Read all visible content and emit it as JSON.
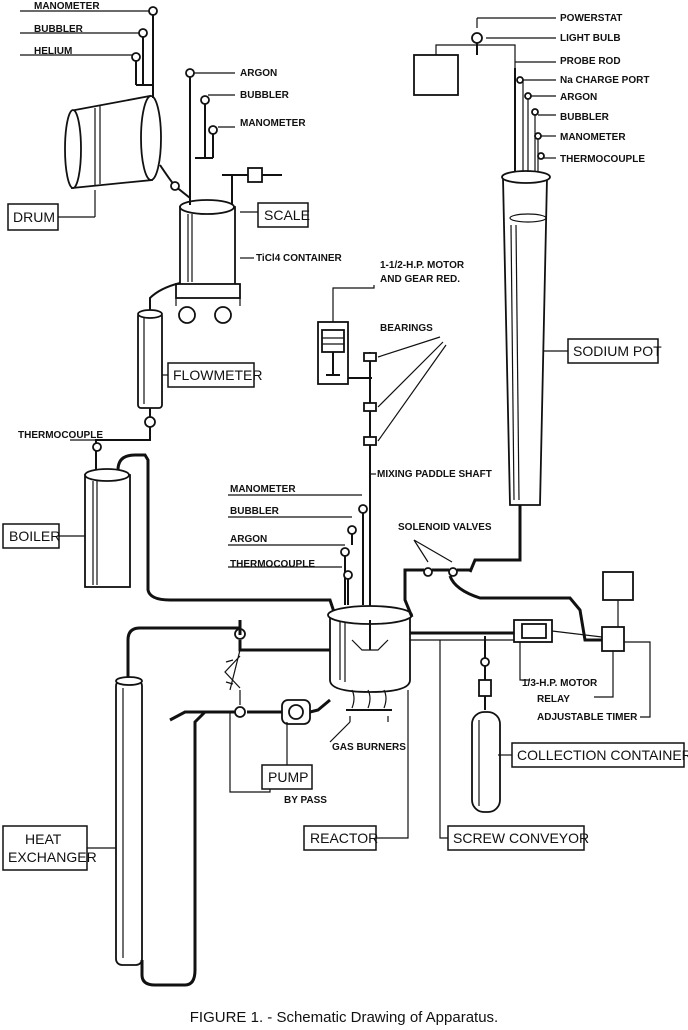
{
  "caption": "FIGURE 1. - Schematic Drawing of Apparatus.",
  "labels": {
    "drum_manometer": "MANOMETER",
    "drum_bubbler": "BUBBLER",
    "drum_helium": "HELIUM",
    "ticl_argon": "ARGON",
    "ticl_bubbler": "BUBBLER",
    "ticl_manometer": "MANOMETER",
    "ticl_container": "TiCl4 CONTAINER",
    "thermocouple_boiler": "THERMOCOUPLE",
    "motor_line1": "1-1/2-H.P. MOTOR",
    "motor_line2": "AND GEAR RED.",
    "bearings": "BEARINGS",
    "mixing_shaft": "MIXING PADDLE SHAFT",
    "reactor_manometer": "MANOMETER",
    "reactor_bubbler": "BUBBLER",
    "reactor_argon": "ARGON",
    "reactor_thermocouple": "THERMOCOUPLE",
    "solenoid_valves": "SOLENOID VALVES",
    "powerstat": "POWERSTAT",
    "light_bulb": "LIGHT BULB",
    "probe_rod": "PROBE ROD",
    "na_charge_port": "Na CHARGE PORT",
    "pot_argon": "ARGON",
    "pot_bubbler": "BUBBLER",
    "pot_manometer": "MANOMETER",
    "pot_thermocouple": "THERMOCOUPLE",
    "motor_13": "1/3-H.P. MOTOR",
    "relay": "RELAY",
    "adjustable_timer": "ADJUSTABLE TIMER",
    "gas_burners": "GAS BURNERS",
    "by_pass": "BY PASS"
  },
  "boxes": {
    "drum": "DRUM",
    "scale": "SCALE",
    "flowmeter": "FLOWMETER",
    "boiler": "BOILER",
    "sodium_pot": "SODIUM POT",
    "pump": "PUMP",
    "heat_exchanger_line1": "HEAT",
    "heat_exchanger_line2": "EXCHANGER",
    "reactor": "REACTOR",
    "screw_conveyor": "SCREW CONVEYOR",
    "collection_container": "COLLECTION CONTAINER"
  }
}
